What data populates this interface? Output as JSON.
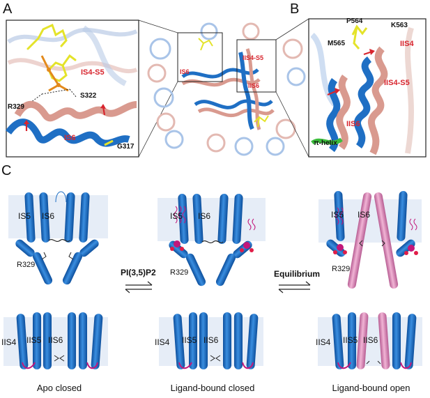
{
  "panels": {
    "a": "A",
    "b": "B",
    "c": "C"
  },
  "panel_a": {
    "iss4_s5": "IS4-S5",
    "is6": "IS6",
    "s322": "S322",
    "r329": "R329",
    "g317": "G317"
  },
  "center": {
    "is6": "IS6",
    "iis4_s5": "IIS4-S5",
    "iis6": "IIS6"
  },
  "panel_b": {
    "p564": "P564",
    "k563": "K563",
    "m565": "M565",
    "iis4": "IIS4",
    "iis4_s5": "IIS4-S5",
    "iis6": "IIS6",
    "pi_helix": "π-helix"
  },
  "panel_c": {
    "ligand": "PI(3,5)P2",
    "equilibrium": "Equilibrium",
    "states": [
      {
        "is5": "IS5",
        "is6": "IS6",
        "r329": "R329",
        "iis4": "IIS4",
        "iis5": "IIS5",
        "iis6": "IIS6",
        "caption": "Apo closed"
      },
      {
        "is5": "IS5",
        "is6": "IS6",
        "r329": "R329",
        "iis4": "IIS4",
        "iis5": "IIS5",
        "iis6": "IIS6",
        "caption": "Ligand-bound closed"
      },
      {
        "is5": "IS5",
        "is6": "IS6",
        "r329": "R329",
        "iis4": "IIS4",
        "iis5": "IIS5",
        "iis6": "IIS6",
        "caption": "Ligand-bound open"
      }
    ]
  },
  "colors": {
    "blue": "#1f6fc4",
    "pink": "#d98ab4",
    "salmon": "#d99a8f",
    "membrane": "#e6edf7",
    "red_label": "#d8252e",
    "ligand_yellow": "#e4e32a",
    "ligand_orange": "#e38a1c",
    "lipid_magenta": "#c2177a"
  }
}
